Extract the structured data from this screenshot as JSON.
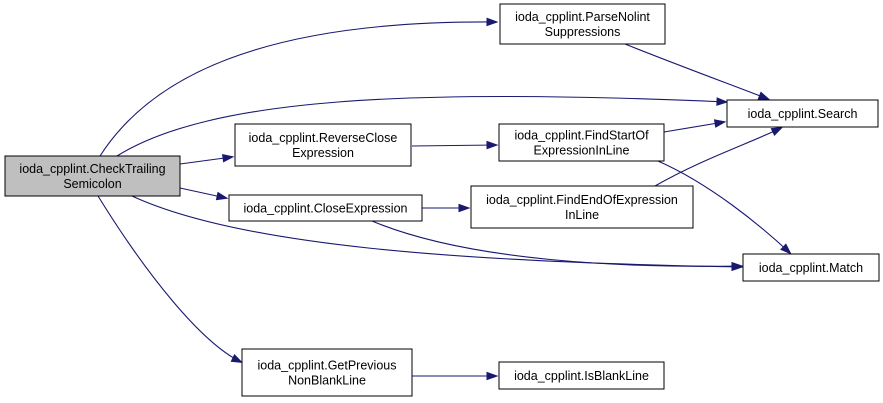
{
  "colors": {
    "edge": "#191970",
    "highlight_node_fill": "#bfbfbf",
    "node_fill": "#ffffff",
    "node_border": "#000000"
  },
  "nodes": {
    "check_trailing_semicolon": {
      "lines": [
        "ioda_cpplint.CheckTrailing",
        "Semicolon"
      ],
      "highlighted": true
    },
    "parse_nolint_suppressions": {
      "lines": [
        "ioda_cpplint.ParseNolint",
        "Suppressions"
      ]
    },
    "reverse_close_expression": {
      "lines": [
        "ioda_cpplint.ReverseClose",
        "Expression"
      ]
    },
    "close_expression": {
      "lines": [
        "ioda_cpplint.CloseExpression"
      ]
    },
    "get_previous_non_blank_line": {
      "lines": [
        "ioda_cpplint.GetPrevious",
        "NonBlankLine"
      ]
    },
    "find_start_of_expression_in_line": {
      "lines": [
        "ioda_cpplint.FindStartOf",
        "ExpressionInLine"
      ]
    },
    "find_end_of_expression_in_line": {
      "lines": [
        "ioda_cpplint.FindEndOfExpression",
        "InLine"
      ]
    },
    "is_blank_line": {
      "lines": [
        "ioda_cpplint.IsBlankLine"
      ]
    },
    "search": {
      "lines": [
        "ioda_cpplint.Search"
      ]
    },
    "match": {
      "lines": [
        "ioda_cpplint.Match"
      ]
    }
  },
  "edges": [
    {
      "from": "check_trailing_semicolon",
      "to": "parse_nolint_suppressions"
    },
    {
      "from": "check_trailing_semicolon",
      "to": "search"
    },
    {
      "from": "check_trailing_semicolon",
      "to": "reverse_close_expression"
    },
    {
      "from": "check_trailing_semicolon",
      "to": "close_expression"
    },
    {
      "from": "check_trailing_semicolon",
      "to": "match"
    },
    {
      "from": "check_trailing_semicolon",
      "to": "get_previous_non_blank_line"
    },
    {
      "from": "parse_nolint_suppressions",
      "to": "search"
    },
    {
      "from": "reverse_close_expression",
      "to": "find_start_of_expression_in_line"
    },
    {
      "from": "find_start_of_expression_in_line",
      "to": "search"
    },
    {
      "from": "find_start_of_expression_in_line",
      "to": "match"
    },
    {
      "from": "close_expression",
      "to": "find_end_of_expression_in_line"
    },
    {
      "from": "close_expression",
      "to": "match"
    },
    {
      "from": "find_end_of_expression_in_line",
      "to": "search"
    },
    {
      "from": "get_previous_non_blank_line",
      "to": "is_blank_line"
    }
  ]
}
